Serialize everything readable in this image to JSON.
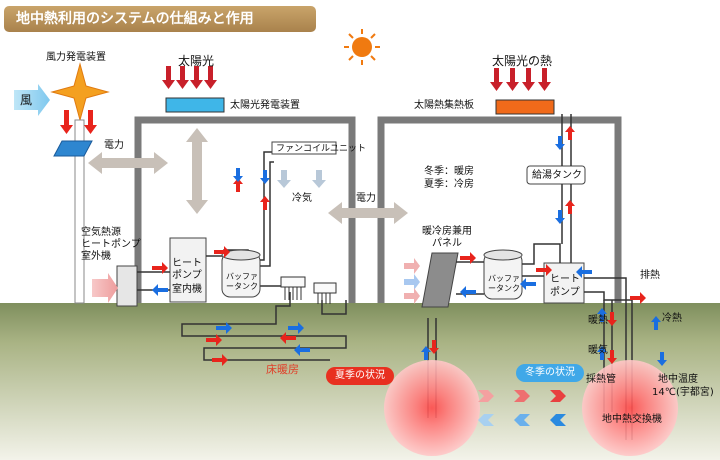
{
  "title": "地中熱利用のシステムの仕組みと作用",
  "labels": {
    "wind_device": "風力発電装置",
    "wind": "風",
    "sunlight": "太陽光",
    "solar_panel": "太陽光発電装置",
    "solar_heat": "太陽光の熱",
    "solar_collector": "太陽熱集熱板",
    "electricity_left": "電力",
    "electricity_mid": "電力",
    "fan_coil": "ファンコイルユニット",
    "cold_air": "冷気",
    "air_source_line1": "空気熱源",
    "air_source_line2": "ヒートポンプ",
    "air_source_line3": "室外機",
    "heat_pump_indoor_line1": "ヒート",
    "heat_pump_indoor_line2": "ポンプ",
    "heat_pump_indoor_line3": "室内機",
    "buffer_tank_left": "バッファータンク",
    "buffer_tank_right": "バッファータンク",
    "winter_heating": "冬季：暖房",
    "summer_cooling": "夏季：冷房",
    "hot_water_tank": "給湯タンク",
    "panel_line1": "暖冷房兼用",
    "panel_line2": "パネル",
    "heat_pump_right_line1": "ヒート",
    "heat_pump_right_line2": "ポンプ",
    "exhaust_heat": "排熱",
    "warm_heat": "暖熱",
    "cool_heat": "冷熱",
    "warm_air": "暖気",
    "heat_pipe": "採熱管",
    "ground_temp_line1": "地中温度",
    "ground_temp_line2": "14℃(宇都宮)",
    "floor_heating": "床暖房",
    "summer_status": "夏季の状況",
    "winter_status": "冬季の状況",
    "ground_exchanger": "地中熱交換機"
  },
  "colors": {
    "title_bg": "#b08a52",
    "frame": "#7a7a7a",
    "hot": "#e8241c",
    "cold": "#1a6ee0",
    "solar_panel": "#3fb6e8",
    "solar_collector": "#f06a1a",
    "ground": "#8a9a66",
    "sun": "#f07a10"
  },
  "icons": [
    "sun-icon",
    "wind-star-icon",
    "arrow-icon"
  ]
}
